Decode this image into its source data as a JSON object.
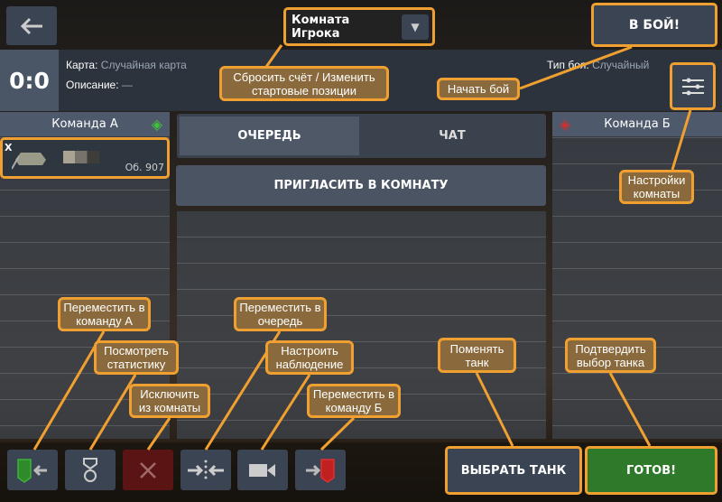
{
  "header": {
    "room_title": "Комната Игрока",
    "battle_button": "В БОЙ!"
  },
  "info": {
    "score": "0:0",
    "map_label": "Карта:",
    "map_value": "Случайная карта",
    "desc_label": "Описание:",
    "desc_value": "—",
    "type_label": "Тип боя:",
    "type_value": "Случайный"
  },
  "team_a": {
    "title": "Команда А",
    "player": {
      "rank": "X",
      "tank": "Об. 907"
    }
  },
  "team_b": {
    "title": "Команда Б"
  },
  "center": {
    "tabs": [
      {
        "label": "ОЧЕРЕДЬ"
      },
      {
        "label": "ЧАТ"
      }
    ],
    "invite": "ПРИГЛАСИТЬ В КОМНАТУ"
  },
  "bottom": {
    "select_tank": "ВЫБРАТЬ ТАНК",
    "ready": "ГОТОВ!"
  },
  "callouts": {
    "reset": "Сбросить счёт / Изменить стартовые позиции",
    "start": "Начать бой",
    "settings": "Настройки комнаты",
    "move_a": "Переместить в команду А",
    "stats": "Посмотреть статистику",
    "kick": "Исключить из комнаты",
    "move_queue": "Переместить в очередь",
    "spectate": "Настроить наблюдение",
    "move_b": "Переместить в команду Б",
    "change_tank": "Поменять танк",
    "confirm_tank": "Подтвердить выбор танка"
  },
  "colors": {
    "accent": "#f0a030",
    "green": "#2f7a2a",
    "kick": "#5a1414",
    "team_a": "#3fc23a",
    "team_b": "#d03030"
  }
}
